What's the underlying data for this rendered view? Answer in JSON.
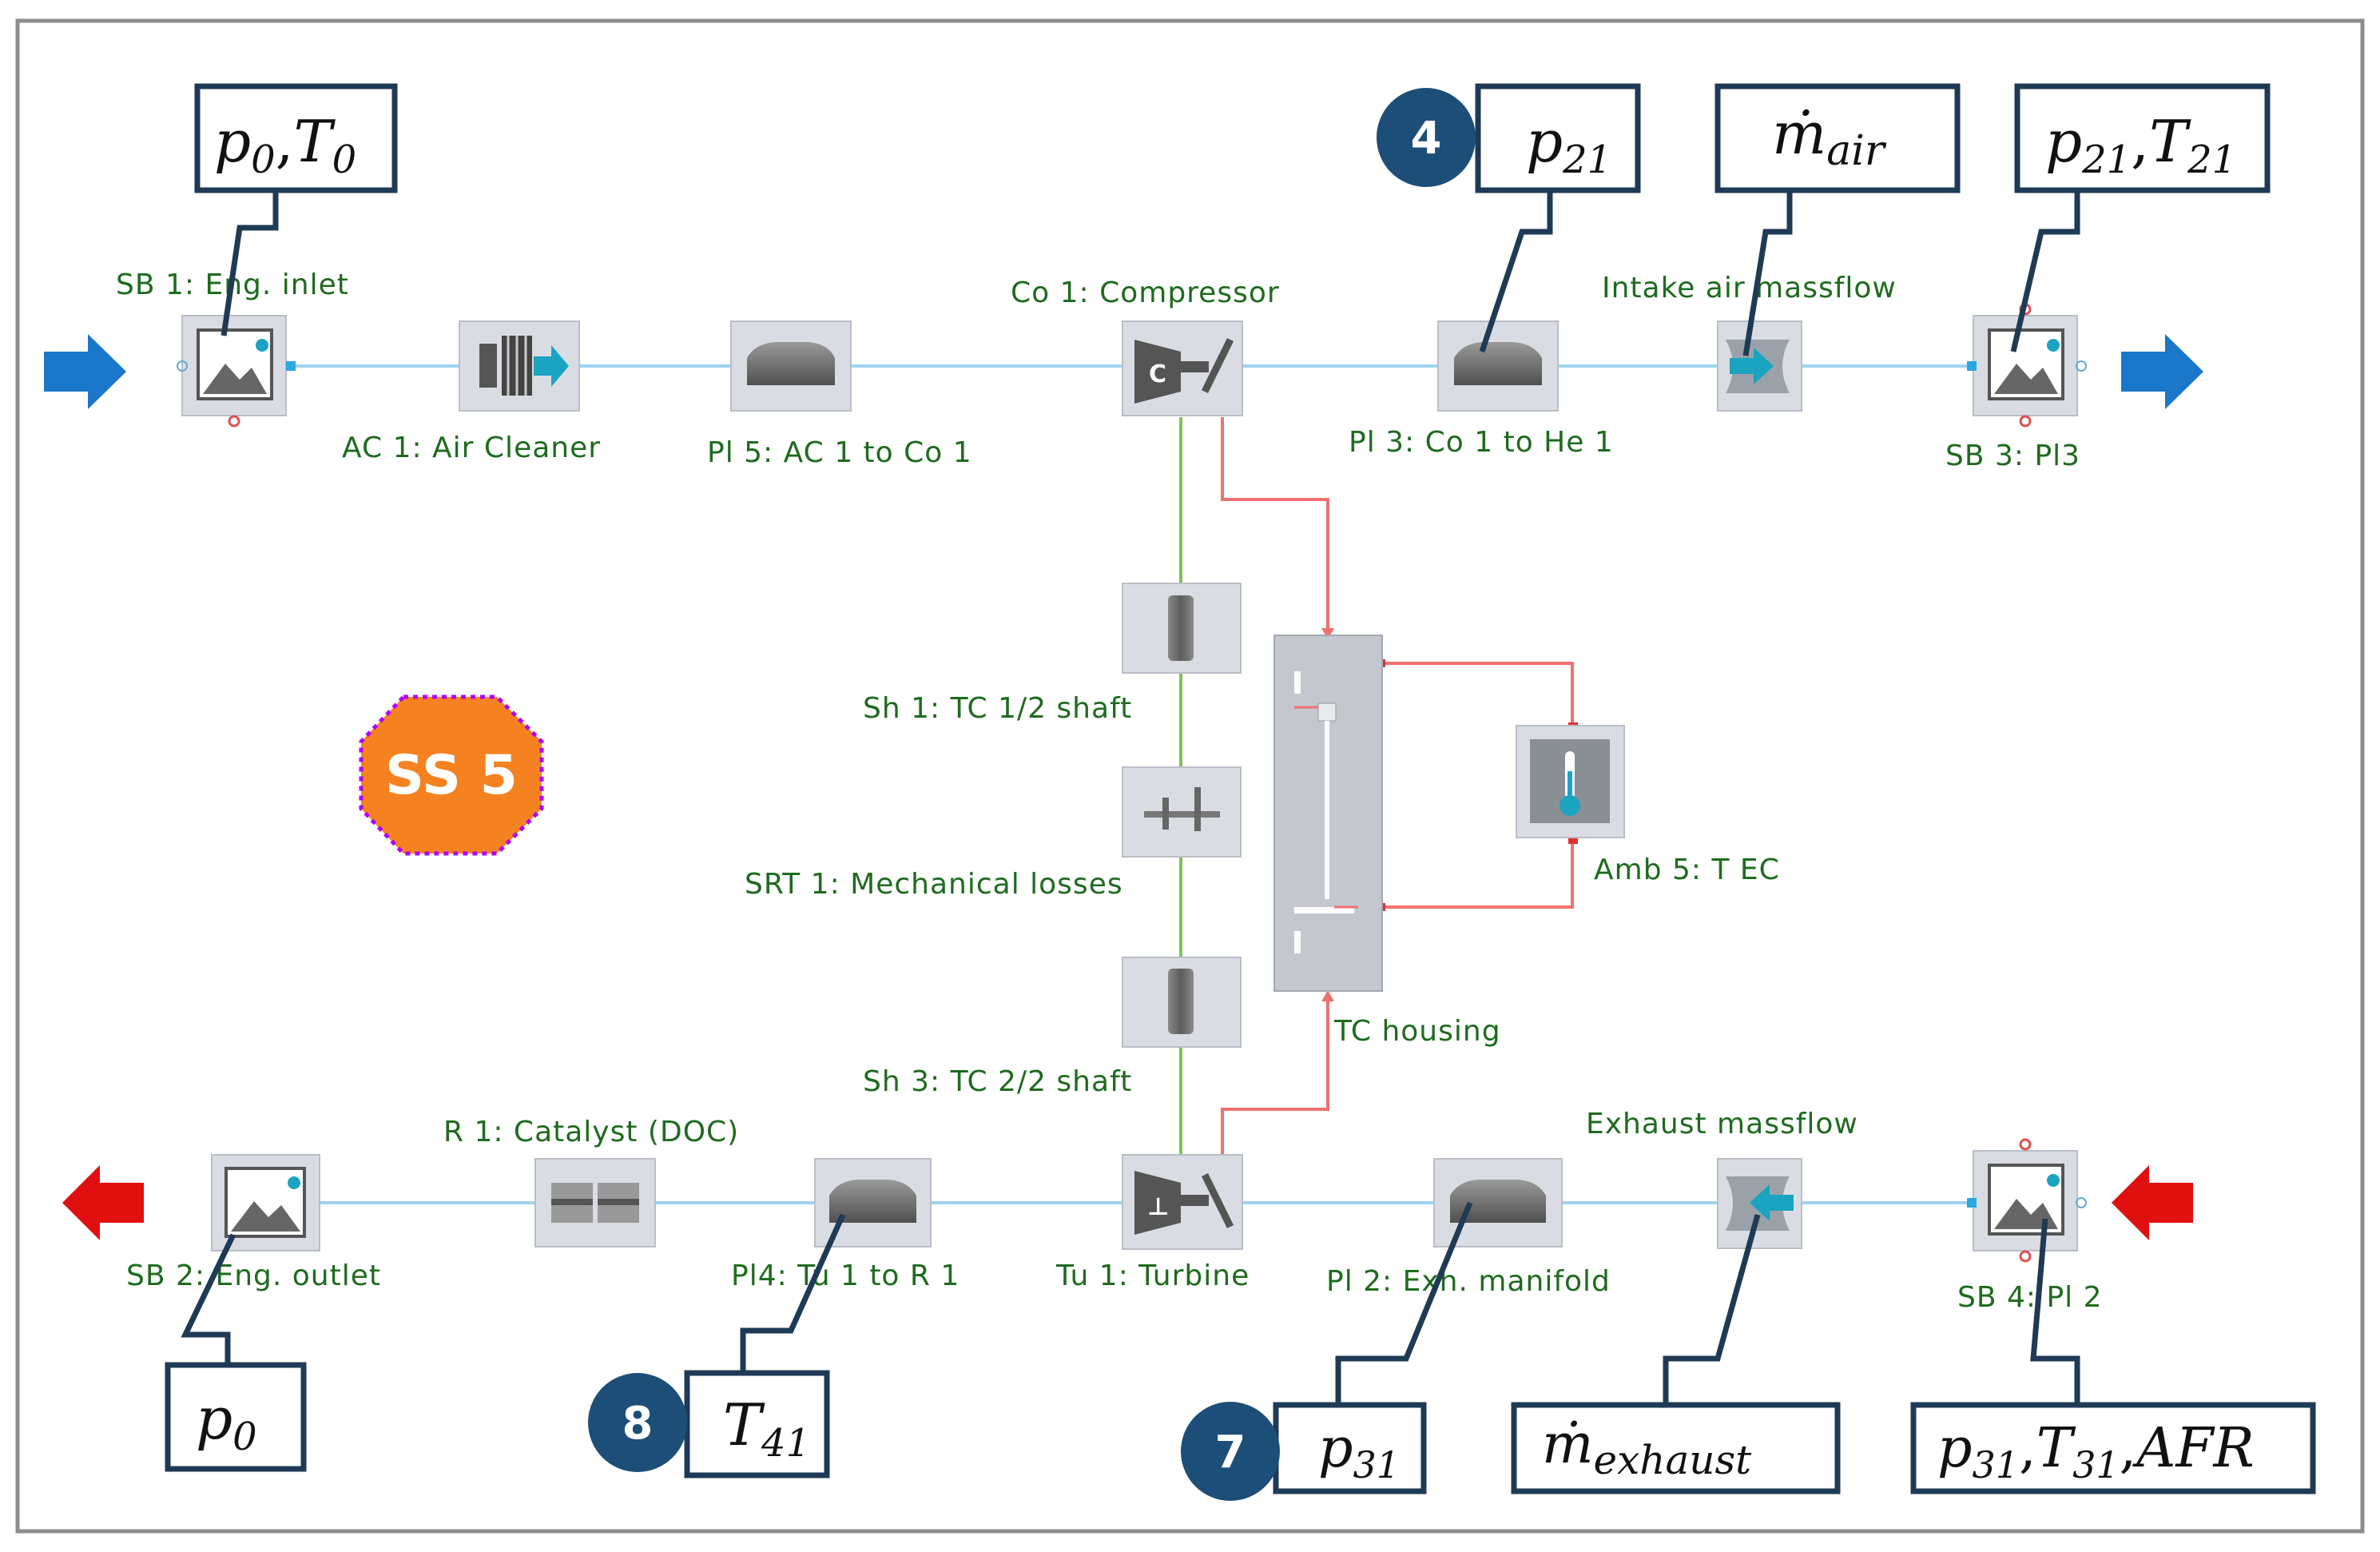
{
  "components": {
    "sb1": "SB 1: Eng. inlet",
    "ac1": "AC 1: Air Cleaner",
    "pl5": "Pl 5: AC 1 to Co 1",
    "co1": "Co 1: Compressor",
    "pl3": "Pl 3: Co 1 to He 1",
    "intake": "Intake air massflow",
    "sb3": "SB 3: Pl3",
    "sh1": "Sh 1: TC 1/2 shaft",
    "srt1": "SRT 1: Mechanical losses",
    "sh3": "Sh 3: TC 2/2 shaft",
    "tchousing": "TC housing",
    "amb5": "Amb 5: T EC",
    "r1": "R 1: Catalyst (DOC)",
    "exhaustflow": "Exhaust massflow",
    "sb2": "SB 2: Eng. outlet",
    "pl4": "Pl4: Tu 1 to R 1",
    "tu1": "Tu 1: Turbine",
    "pl2": "Pl 2: Exh. manifold",
    "sb4": "SB 4: Pl 2"
  },
  "subsystem_label": "SS 5",
  "sensors": {
    "p0T0": {
      "a": "p",
      "as": "0",
      "sep": ",",
      "b": "T",
      "bs": "0"
    },
    "p21": {
      "a": "p",
      "as": "21"
    },
    "mair": {
      "a": "ṁ",
      "as": "air"
    },
    "p21T21": {
      "a": "p",
      "as": "21",
      "sep": ",",
      "b": "T",
      "bs": "21"
    },
    "p0": {
      "a": "p",
      "as": "0"
    },
    "T41": {
      "a": "T",
      "as": "41"
    },
    "p31": {
      "a": "p",
      "as": "31"
    },
    "mexhaust": {
      "a": "ṁ",
      "as": "exhaust"
    },
    "p31T31AFR": {
      "a": "p",
      "as": "31",
      "sep": ",",
      "b": "T",
      "bs": "31",
      "c": "AFR"
    }
  },
  "badges": {
    "b4": "4",
    "b8": "8",
    "b7": "7"
  },
  "colors": {
    "fluid_line": "#9fd3ee",
    "mech_line": "#7cc35a",
    "thermal_line": "#f07070",
    "inlet_arrow": "#1a77c9",
    "outlet_arrow": "#e01010",
    "badge_fill": "#1d4e78",
    "ss_fill": "#f58220",
    "ss_border": "#b000ff",
    "component_bg": "#d9dde3",
    "label_text": "#1e6b1e"
  }
}
